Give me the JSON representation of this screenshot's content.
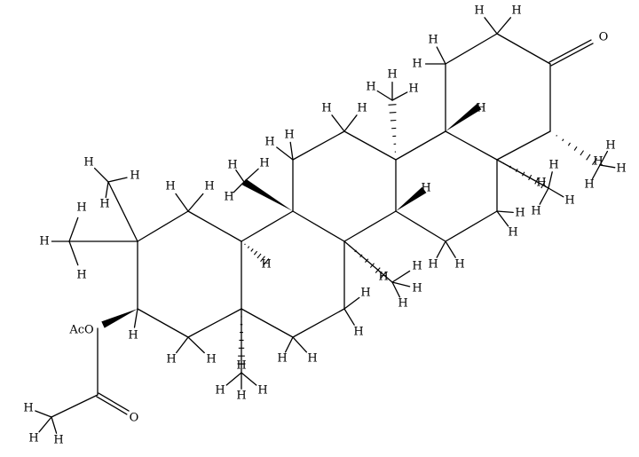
{
  "structure": {
    "hydrogen_label": "H",
    "oxygen_label": "O",
    "acetoxy_label": "AcO",
    "bond_color": "#000000",
    "background": "#ffffff"
  }
}
